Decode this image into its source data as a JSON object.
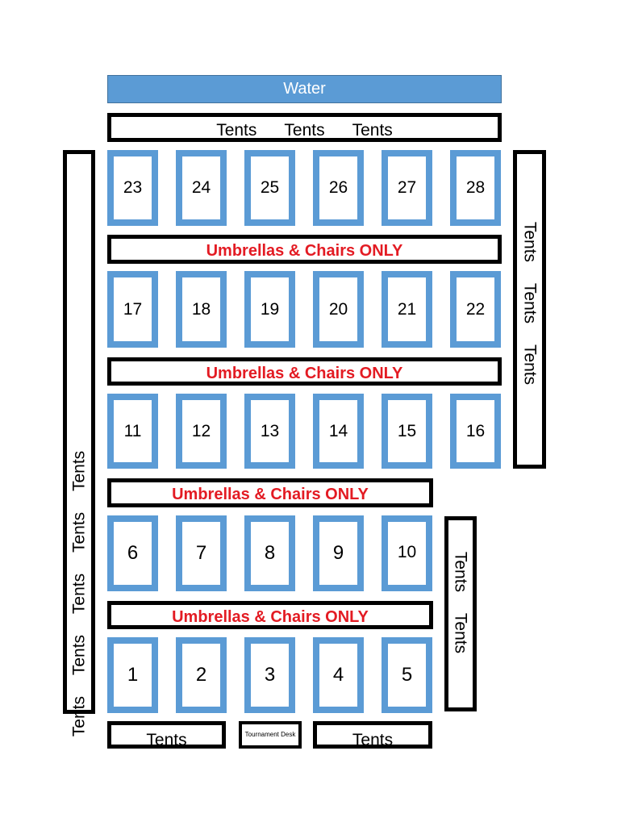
{
  "water_label": "Water",
  "tents_label": "Tents",
  "umbrella_label": "Umbrellas & Chairs ONLY",
  "tournament_desk_label": "Tournament Desk",
  "rows": [
    [
      "23",
      "24",
      "25",
      "26",
      "27",
      "28"
    ],
    [
      "17",
      "18",
      "19",
      "20",
      "21",
      "22"
    ],
    [
      "11",
      "12",
      "13",
      "14",
      "15",
      "16"
    ],
    [
      "6",
      "7",
      "8",
      "9",
      "10"
    ],
    [
      "1",
      "2",
      "3",
      "4",
      "5"
    ]
  ],
  "colors": {
    "water": "#5b9bd5",
    "spot_border": "#5b9bd5",
    "umbrella_text": "#e31b23",
    "bar_border": "#000000"
  }
}
